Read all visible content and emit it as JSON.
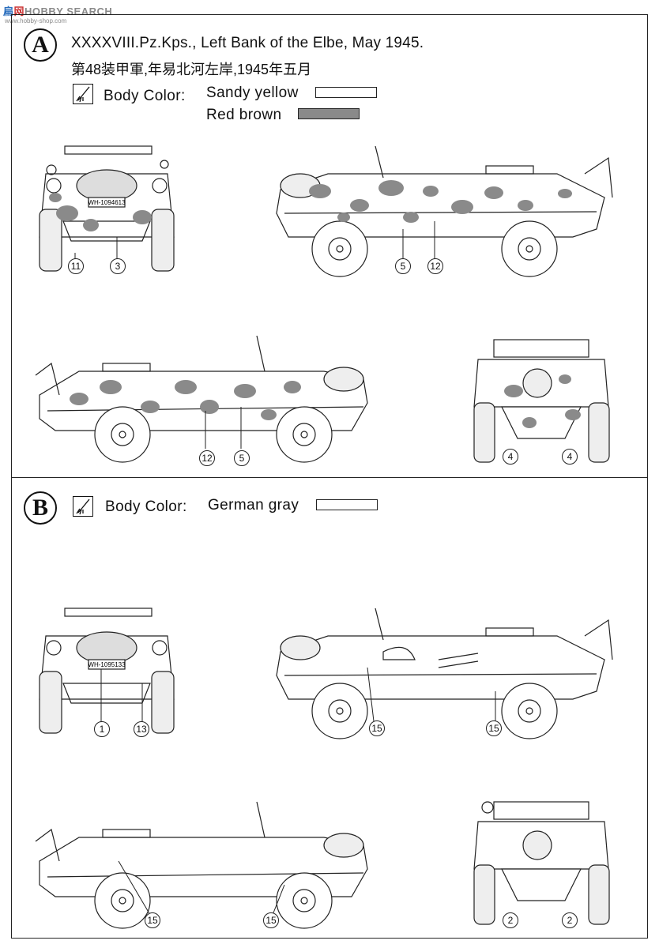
{
  "watermark": {
    "a": "扁",
    "b": "网",
    "rest": "HOBBY SEARCH",
    "sub": "www.hobby-shop.com"
  },
  "section_a": {
    "badge": "A",
    "title_en": "XXXXVIII.Pz.Kps., Left Bank of the Elbe, May 1945.",
    "title_cn": "第48装甲軍,年易北河左岸,1945年五月",
    "body_color_label": "Body Color:",
    "colors": [
      {
        "name": "Sandy yellow",
        "hex": "#ffffff"
      },
      {
        "name": "Red brown",
        "hex": "#8a8a8a"
      }
    ],
    "plate_front": "WH-1094613",
    "callouts": {
      "front": [
        "11",
        "3"
      ],
      "side_right": [
        "5",
        "12"
      ],
      "side_left": [
        "12",
        "5"
      ],
      "rear": [
        "4",
        "4"
      ]
    }
  },
  "section_b": {
    "badge": "B",
    "body_color_label": "Body Color:",
    "colors": [
      {
        "name": "German gray",
        "hex": "#ffffff"
      }
    ],
    "plate_front": "WH-1095133",
    "callouts": {
      "front": [
        "1",
        "13"
      ],
      "side_right": [
        "15",
        "15"
      ],
      "side_left": [
        "15",
        "15"
      ],
      "rear": [
        "2",
        "2"
      ]
    }
  }
}
